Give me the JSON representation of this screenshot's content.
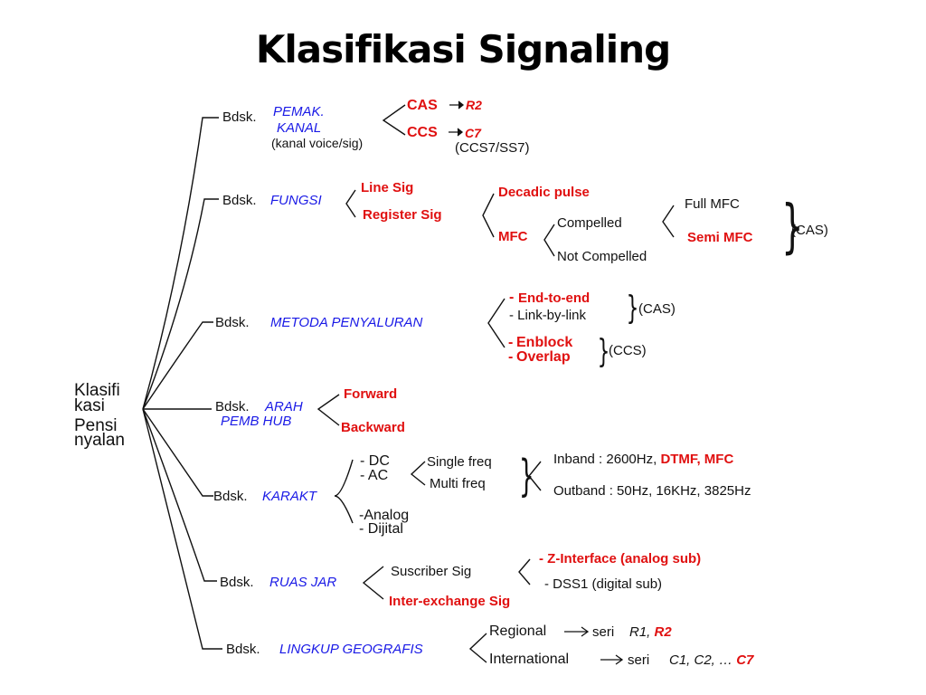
{
  "title": "Klasifikasi Signaling",
  "colors": {
    "text": "#111111",
    "blue": "#1a1ae6",
    "red": "#e01010"
  },
  "root": {
    "l1": "Klasifi",
    "l2": "kasi",
    "l3": "Pensi",
    "l4": "nyalan"
  },
  "bdsk": "Bdsk.",
  "b1": {
    "l1": "PEMAK.",
    "l2": "KANAL",
    "note": "(kanal voice/sig)",
    "cas": "CAS",
    "cas_to": "R2",
    "ccs": "CCS",
    "ccs_to": "C7",
    "ccs_note": "(CCS7/SS7)"
  },
  "b2": {
    "label": "FUNGSI",
    "line_sig": "Line Sig",
    "register_sig": "Register Sig",
    "decadic": "Decadic pulse",
    "mfc": "MFC",
    "compelled": "Compelled",
    "not_compelled": "Not Compelled",
    "full_mfc": "Full MFC",
    "semi_mfc": "Semi MFC",
    "cas": "(CAS)"
  },
  "b3": {
    "label": "METODA PENYALURAN",
    "dash": "-",
    "dash_sp": "- ",
    "e2e": "End-to-end",
    "lbl": "Link-by-link",
    "cas": "(CAS)",
    "enblock": "Enblock",
    "overlap": "Overlap",
    "ccs": "(CCS)"
  },
  "b4": {
    "l1": "ARAH",
    "l2": "PEMB HUB",
    "forward": "Forward",
    "backward": "Backward"
  },
  "b5": {
    "label": "KARAKT",
    "dc": "- DC",
    "ac": "- AC",
    "single": "Single freq",
    "multi": "Multi freq",
    "inband": "Inband : 2600Hz,",
    "dtmf": "DTMF",
    "comma": ",",
    "mfc": "MFC",
    "outband": "Outband : 50Hz, 16KHz, 3825Hz",
    "analog": "-Analog",
    "dijital": "- Dijital"
  },
  "b6": {
    "label": "RUAS JAR",
    "subscriber": "Suscriber Sig",
    "z": "- Z-Interface (analog sub)",
    "dss1": "- DSS1 (digital sub)",
    "inter": "Inter",
    "exchange": "-exchange Sig"
  },
  "b7": {
    "label": "LINGKUP GEOGRAFIS",
    "regional": "Regional",
    "international": "International",
    "seri": "seri",
    "r1": "R1, ",
    "r2": "R2",
    "c_series": "C1, C2, … ",
    "c7": "C7"
  }
}
